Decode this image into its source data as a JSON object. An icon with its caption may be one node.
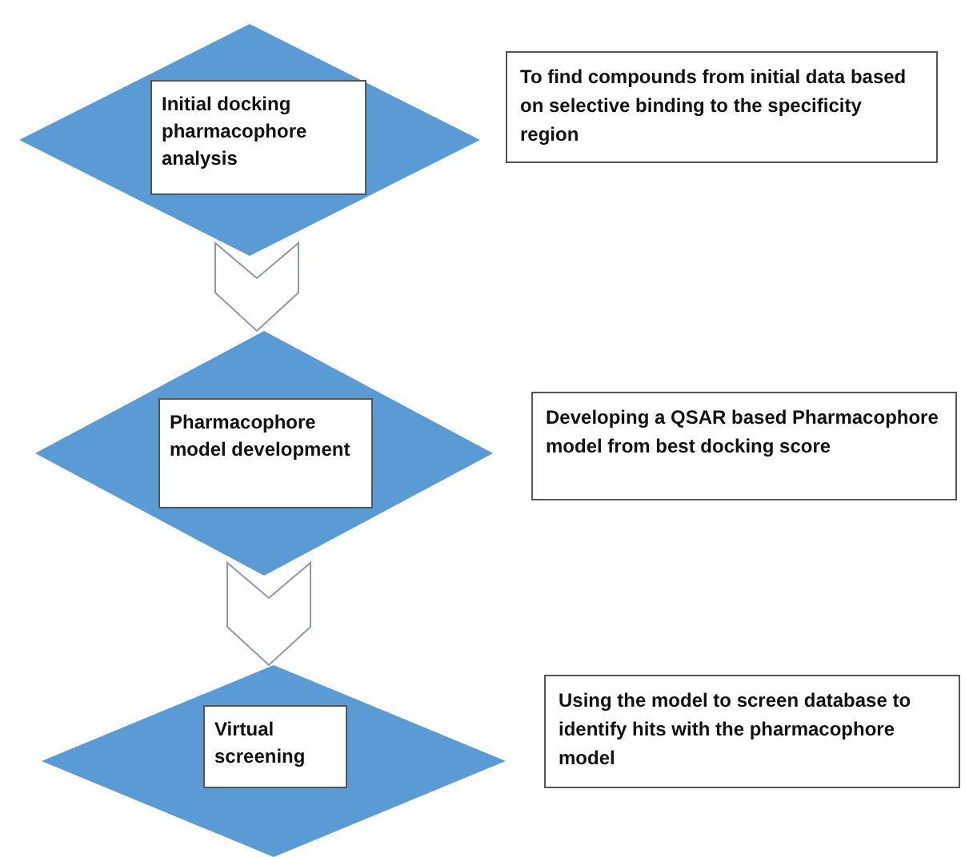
{
  "diagram": {
    "nodes": [
      {
        "text": [
          "Initial docking pharmacophore analysis"
        ]
      },
      {
        "text": [
          "To find compounds from initial data based on selective binding to the specificity region"
        ]
      },
      {
        "text": [
          "Pharmacophore model development"
        ]
      },
      {
        "text": [
          "Developing a QSAR based Pharmacophore model from best docking score"
        ]
      },
      {
        "text": [
          "Virtual screening"
        ]
      },
      {
        "text": [
          "Using the model to screen database to identify hits with the pharmacophore model"
        ]
      }
    ],
    "edges": [
      {
        "from": 0,
        "to": 2,
        "arrow": "to"
      },
      {
        "from": 2,
        "to": 4,
        "arrow": "to"
      }
    ]
  }
}
